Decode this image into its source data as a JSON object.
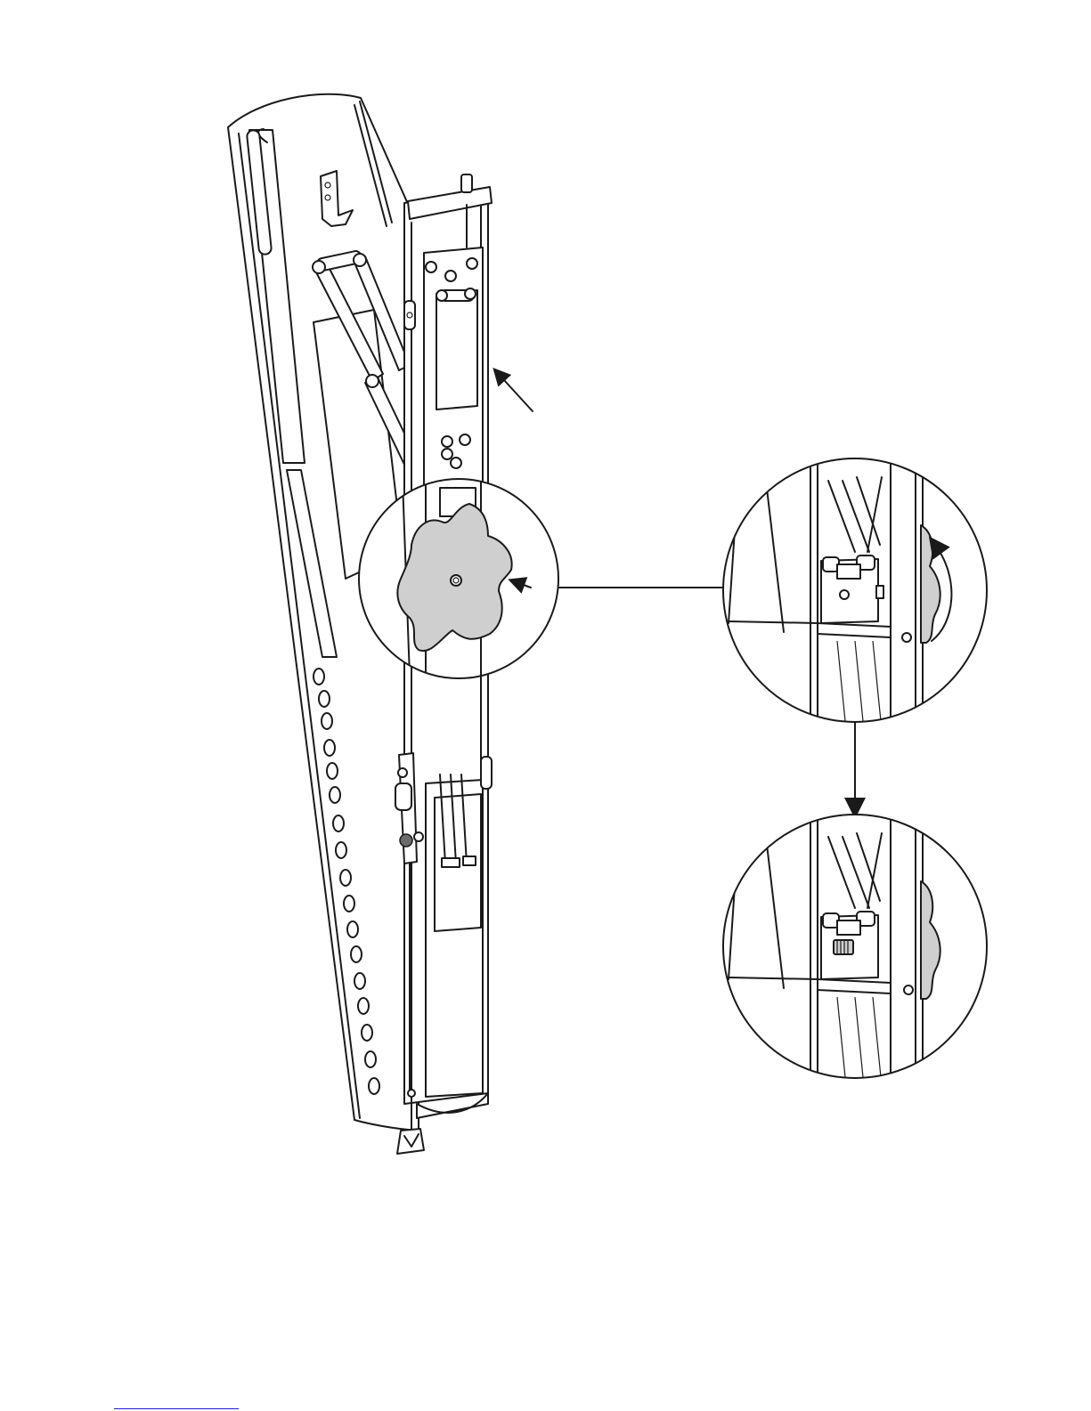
{
  "figure": {
    "callouts": [
      {
        "id": "bracket-arrow",
        "target": "vertical-slide-bracket"
      },
      {
        "id": "knob-arrow",
        "target": "locking-knob"
      }
    ],
    "detail_views": [
      {
        "id": "detail-before",
        "state": "knob-tightened"
      },
      {
        "id": "detail-after",
        "state": "knob-loosened-screw-exposed"
      }
    ],
    "colors": {
      "line": "#1a1a1a",
      "knob_fill": "#cfcfcf",
      "background": "#ffffff",
      "footer_rule": "#1a1ad6"
    },
    "icons": [
      "star-knob-icon",
      "rotation-arrow-icon",
      "down-arrow-icon"
    ]
  }
}
